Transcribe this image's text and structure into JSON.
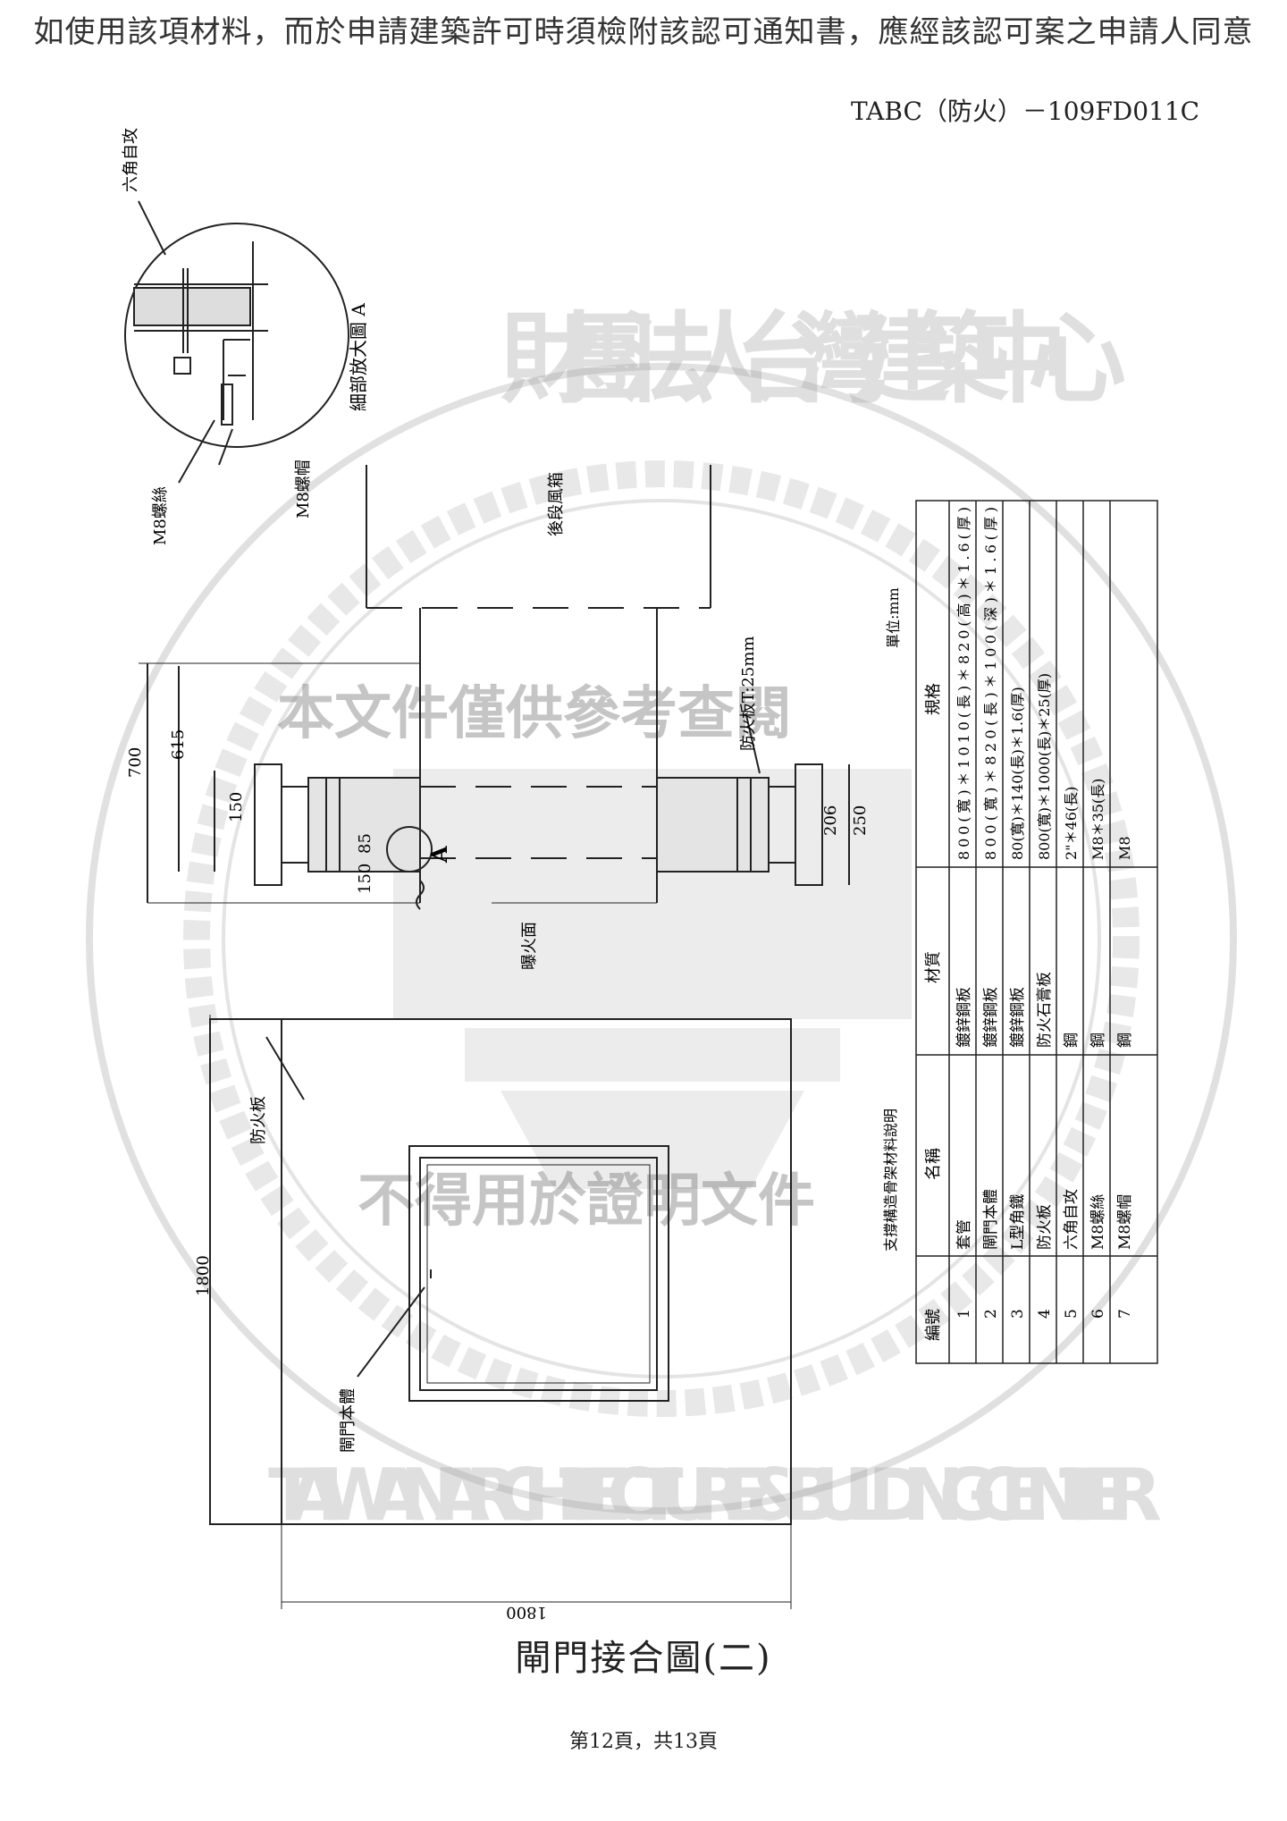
{
  "header": {
    "notice": "如使用該項材料，而於申請建築許可時須檢附該認可通知書，應經該認可案之申請人同意",
    "doc_number": "TABC（防火）－109FD011C"
  },
  "watermark": {
    "ring_text_cn": "財團法人台灣建築中心",
    "ring_text_en": "TAIWAN ARCHITECTURE & BUILDING CENTER",
    "stamp_top": "本文件僅供參考查閱",
    "stamp_bottom": "不得用於證明文件"
  },
  "drawing": {
    "detail_title": "細部放大圖 A",
    "label_hex_screw": "六角自攻",
    "label_m8_bolt": "M8螺絲",
    "label_m8_nut": "M8螺帽",
    "label_duct": "後段風箱",
    "label_fireboard_t": "防火板T:25mm",
    "label_exposed": "曝火面",
    "label_fireboard": "防火板",
    "label_damper": "閘門本體",
    "marker_a": "A",
    "dim_700": "700",
    "dim_615": "615",
    "dim_150a": "150",
    "dim_150b": "150",
    "dim_85": "85",
    "dim_206": "206",
    "dim_250": "250",
    "dim_1800v": "1800",
    "dim_1800h": "1800"
  },
  "table": {
    "title": "支撐構造骨架材料說明",
    "unit": "單位:mm",
    "headers": [
      "編號",
      "名稱",
      "材質",
      "規格"
    ],
    "rows": [
      [
        "1",
        "套管",
        "鍍鋅鋼板",
        "800(寬)＊1010(長)＊820(高)＊1.6(厚)"
      ],
      [
        "2",
        "閘門本體",
        "鍍鋅鋼板",
        "800(寬)＊820(長)＊100(深)＊1.6(厚)"
      ],
      [
        "3",
        "L型角鐵",
        "鍍鋅鋼板",
        "80(寬)＊140(長)＊1.6(厚)"
      ],
      [
        "4",
        "防火板",
        "防火石膏板",
        "800(寬)＊1000(長)＊25(厚)"
      ],
      [
        "5",
        "六角自攻",
        "鋼",
        "2\"＊46(長)"
      ],
      [
        "6",
        "M8螺絲",
        "鋼",
        "M8＊35(長)"
      ],
      [
        "7",
        "M8螺帽",
        "鋼",
        "M8"
      ]
    ]
  },
  "caption": "閘門接合圖(二)",
  "footer": {
    "page": "第12頁，共13頁"
  }
}
